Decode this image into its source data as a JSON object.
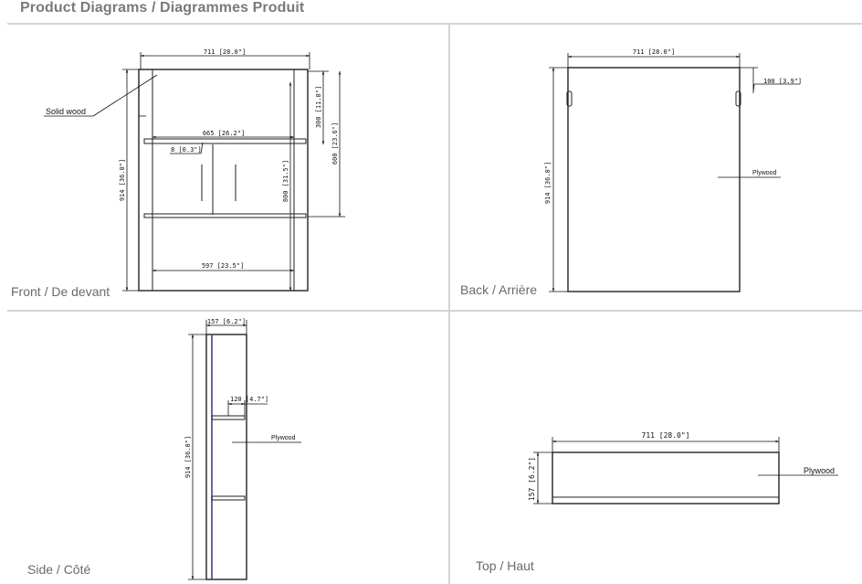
{
  "header": {
    "title": "Product Diagrams / Diagrammes Produit"
  },
  "panels": {
    "front": {
      "label": "Front / De devant",
      "dims": {
        "width": "711 [28.0\"]",
        "top_gap": "300 [11.8\"]",
        "shelf_span": "600 [23.6\"]",
        "inner_width": "665 [26.2\"]",
        "thickness": "8 [0.3\"]",
        "door_height": "800 [31.5\"]",
        "height": "914 [36.0\"]",
        "bottom_width": "597 [23.5\"]"
      },
      "callouts": {
        "material": "Solid wood"
      }
    },
    "back": {
      "label": "Back / Arrière",
      "dims": {
        "width": "711 [28.0\"]",
        "offset": "100 [3.9\"]",
        "height": "914 [36.0\"]"
      },
      "callouts": {
        "material": "Plywood"
      }
    },
    "side": {
      "label": "Side / Côté",
      "dims": {
        "depth": "157 [6.2\"]",
        "shelf_depth": "120 [4.7\"]",
        "height": "914 [36.0\"]"
      },
      "callouts": {
        "material": "Plywood"
      }
    },
    "top": {
      "label": "Top / Haut",
      "dims": {
        "width": "711 [28.0\"]",
        "depth": "157 [6.2\"]"
      },
      "callouts": {
        "material": "Plywood"
      }
    }
  }
}
